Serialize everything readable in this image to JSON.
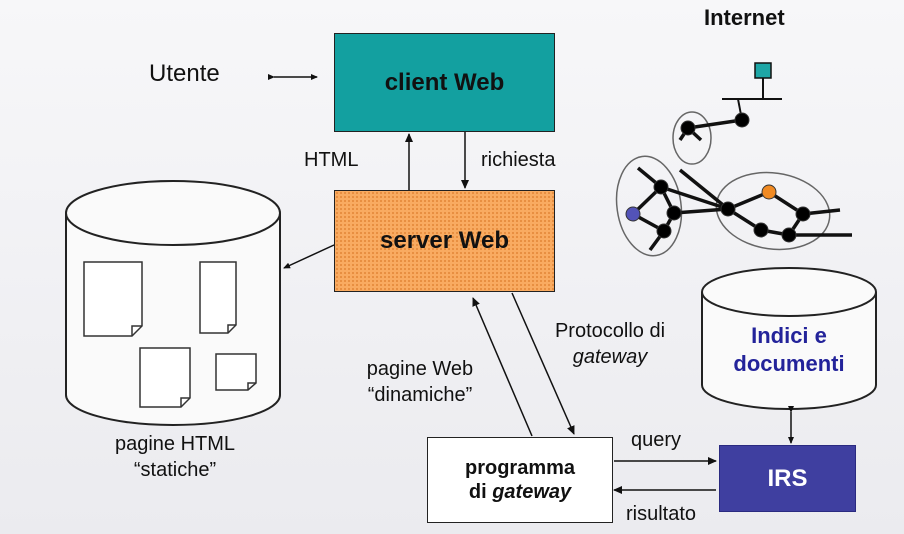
{
  "labels": {
    "internet": "Internet",
    "utente": "Utente",
    "client_web": "client Web",
    "html": "HTML",
    "richiesta": "richiesta",
    "server_web": "server Web",
    "protocollo_line1": "Protocollo di",
    "protocollo_line2": "gateway",
    "pagine_web_line1": "pagine Web",
    "pagine_web_line2": "“dinamiche”",
    "pagine_html_line1": "pagine HTML",
    "pagine_html_line2": "“statiche”",
    "indici_line1": "Indici e",
    "indici_line2": "documenti",
    "query": "query",
    "risultato": "risultato",
    "irs": "IRS",
    "programma_line1": "programma",
    "programma_line2_prefix": "di ",
    "programma_line2_italic": "gateway"
  },
  "colors": {
    "client_box": "#13a0a0",
    "server_box": "#f9a95c",
    "irs_box": "#3f3fa0",
    "indici_text": "#23239a",
    "node_black": "#000000",
    "node_orange": "#f08a23",
    "node_blue": "#5353b8",
    "terminal": "#1ea6a6"
  }
}
